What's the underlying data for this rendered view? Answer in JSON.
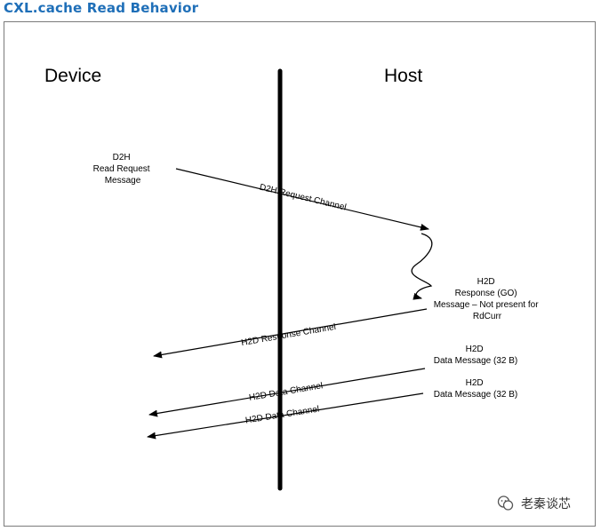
{
  "title": "CXL.cache Read Behavior",
  "lanes": {
    "device": "Device",
    "host": "Host"
  },
  "d2h_msg": [
    "D2H",
    "Read Request",
    "Message"
  ],
  "channels": {
    "d2h_request": "D2H Request Channel",
    "h2d_response": "H2D Response Channel",
    "h2d_data_1": "H2D Data Channel",
    "h2d_data_2": "H2D Data Channel"
  },
  "h2d_response_msg": [
    "H2D",
    "Response (GO)",
    "Message – Not present for",
    "RdCurr"
  ],
  "h2d_data_msg_1": [
    "H2D",
    "Data Message (32 B)"
  ],
  "h2d_data_msg_2": [
    "H2D",
    "Data Message (32 B)"
  ],
  "watermark": "老秦谈芯",
  "colors": {
    "title": "#1f6fb8",
    "frame": "#7a7a7a",
    "line": "#000000"
  }
}
